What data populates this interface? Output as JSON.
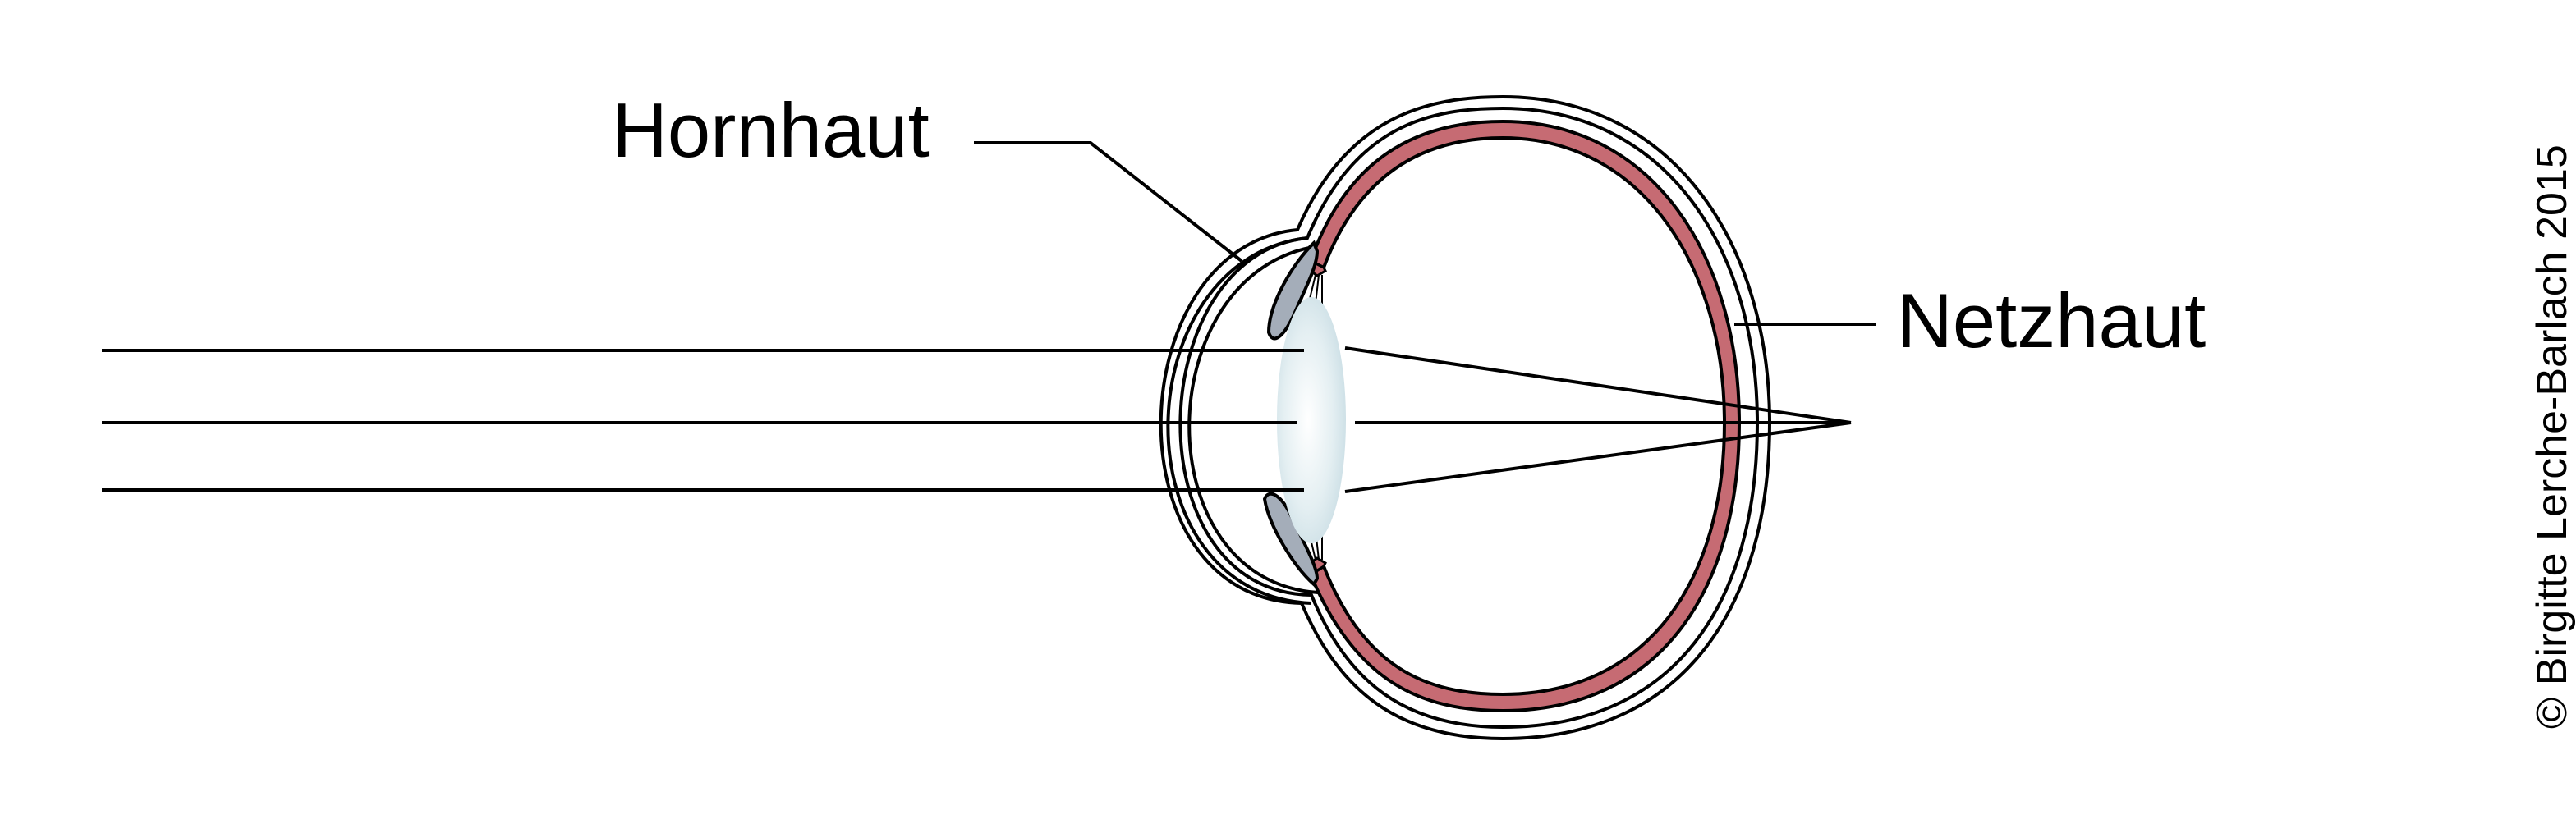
{
  "diagram": {
    "labels": {
      "cornea": "Hornhaut",
      "retina": "Netzhaut"
    },
    "copyright": "© Birgitte Lerche-Barlach 2015"
  },
  "colors": {
    "retina_fill": "#c66b73",
    "iris_fill": "#a4adb9",
    "lens_fill": "#dbe9ee",
    "lines": "#000000"
  }
}
